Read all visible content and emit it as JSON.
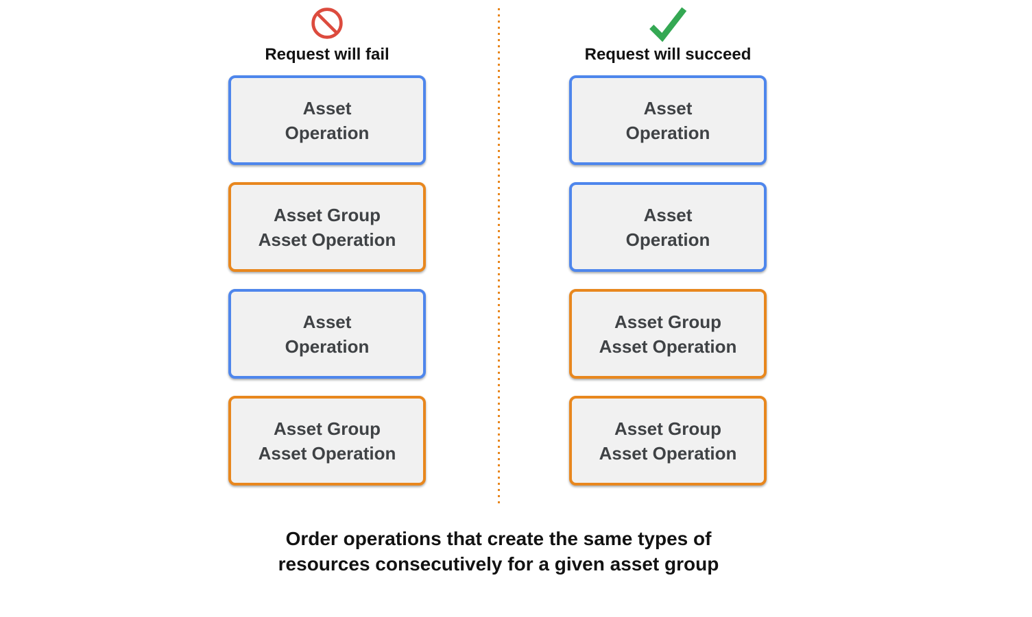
{
  "columns": [
    {
      "id": "fail",
      "icon": "prohibition-icon",
      "label": "Request will fail",
      "boxes": [
        {
          "type": "asset-operation",
          "label": "Asset\nOperation"
        },
        {
          "type": "asset-group-asset-operation",
          "label": "Asset Group\nAsset Operation"
        },
        {
          "type": "asset-operation",
          "label": "Asset\nOperation"
        },
        {
          "type": "asset-group-asset-operation",
          "label": "Asset Group\nAsset Operation"
        }
      ]
    },
    {
      "id": "succeed",
      "icon": "check-icon",
      "label": "Request will succeed",
      "boxes": [
        {
          "type": "asset-operation",
          "label": "Asset\nOperation"
        },
        {
          "type": "asset-operation",
          "label": "Asset\nOperation"
        },
        {
          "type": "asset-group-asset-operation",
          "label": "Asset Group\nAsset Operation"
        },
        {
          "type": "asset-group-asset-operation",
          "label": "Asset Group\nAsset Operation"
        }
      ]
    }
  ],
  "caption": "Order operations that create the same types of\nresources consecutively for a given asset group",
  "colors": {
    "asset_operation_border": "#4e86ec",
    "asset_group_border": "#e8871e",
    "box_background": "#f1f1f1",
    "box_text": "#3f4245",
    "fail_icon_red": "#dc4b3e",
    "success_icon_green": "#34a853",
    "separator_orange": "#e8871e"
  }
}
